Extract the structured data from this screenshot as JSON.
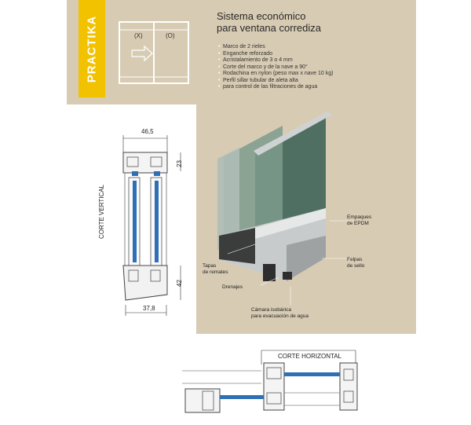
{
  "brand": "PRACTIKA",
  "title_lines": [
    "Sistema económico",
    "para ventana corrediza"
  ],
  "features": [
    "Marco de 2 rieles",
    "Enganche reforzado",
    "Acristalamiento de 3 o 4 mm",
    "Corte del marco y de la nave a 90°",
    "Rodachina en nylon (peso max x nave 10 kg)",
    "Perfil sillar tubular de aleta alta",
    "para control de las filtraciones de agua"
  ],
  "schematic": {
    "panel_left": "(X)",
    "panel_right": "(O)"
  },
  "vertical_section": {
    "label": "CORTE VERTICAL",
    "dim_top_width": "46,5",
    "dim_top_height": "23",
    "dim_bottom_height": "42",
    "dim_bottom_width": "37,8"
  },
  "callouts": {
    "empaques": [
      "Empaques",
      "de EPDM"
    ],
    "felpas": [
      "Felpas",
      "de sello"
    ],
    "tapas": [
      "Tapas",
      "de remates"
    ],
    "drenajes": "Drenajes",
    "camara": [
      "Cámara isobárica",
      "para evacuación de agua"
    ]
  },
  "horizontal_section": {
    "label": "CORTE HORIZONTAL"
  },
  "colors": {
    "tan": "#d8cbb3",
    "brand_yellow": "#f2c200",
    "glass_blue": "#2f6fb5"
  }
}
